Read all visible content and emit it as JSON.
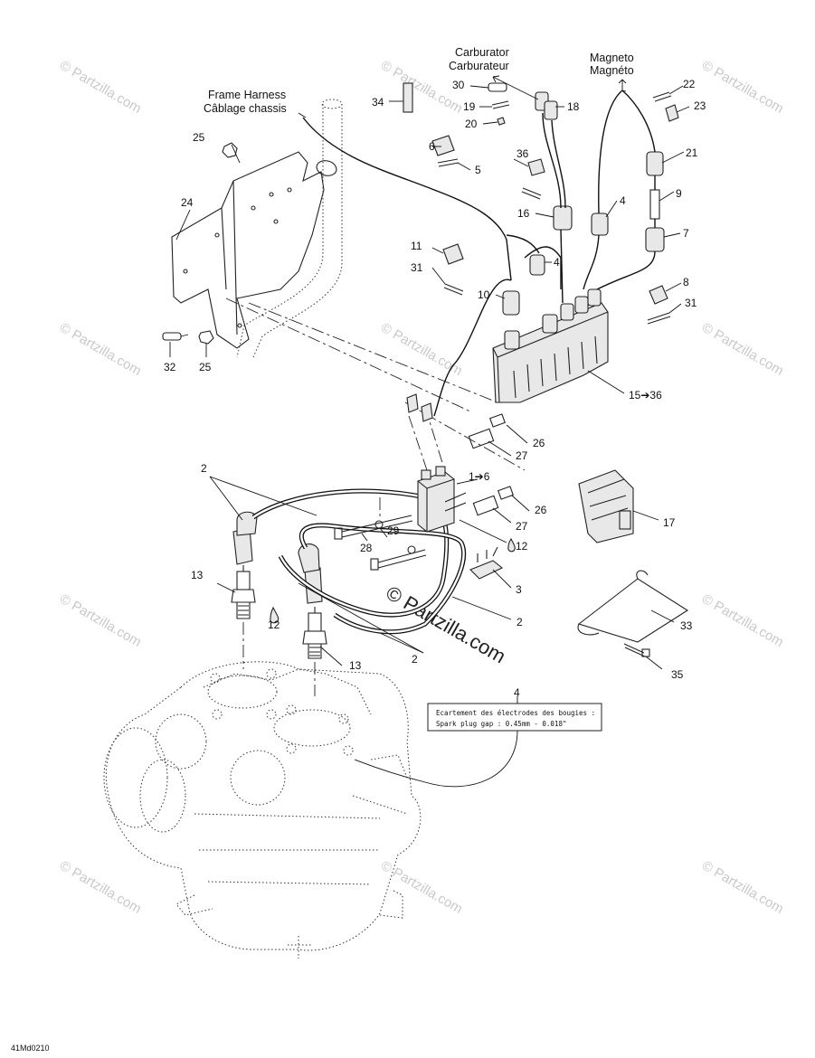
{
  "captions": {
    "frame_harness_en": "Frame Harness",
    "frame_harness_fr": "Câblage chassis",
    "carburator_en": "Carburator",
    "carburator_fr": "Carburateur",
    "magneto_en": "Magneto",
    "magneto_fr": "Magnéto"
  },
  "note": {
    "line1": "Ecartement des électrodes des bougies :",
    "line2": "Spark plug gap :   0.45mm - 0.018\""
  },
  "diagram_code": "41Md0210",
  "watermarks": {
    "corner_text": "© Partzilla.com",
    "center_text": "© Partzilla.com"
  },
  "callouts": {
    "c1_6": "1➔6",
    "c2a": "2",
    "c2b": "2",
    "c2c": "2",
    "c3": "3",
    "c4a": "4",
    "c4b": "4",
    "c4c": "4",
    "c5": "5",
    "c6": "6",
    "c7": "7",
    "c8": "8",
    "c9": "9",
    "c10": "10",
    "c11": "11",
    "c12a": "12",
    "c12b": "12",
    "c13a": "13",
    "c13b": "13",
    "c15_36": "15➔36",
    "c16": "16",
    "c17": "17",
    "c18": "18",
    "c19": "19",
    "c20": "20",
    "c21": "21",
    "c22": "22",
    "c23": "23",
    "c24": "24",
    "c25a": "25",
    "c25b": "25",
    "c26a": "26",
    "c26b": "26",
    "c27a": "27",
    "c27b": "27",
    "c28": "28",
    "c29": "29",
    "c30": "30",
    "c31a": "31",
    "c31b": "31",
    "c32": "32",
    "c33": "33",
    "c34": "34",
    "c35": "35",
    "c36": "36"
  }
}
